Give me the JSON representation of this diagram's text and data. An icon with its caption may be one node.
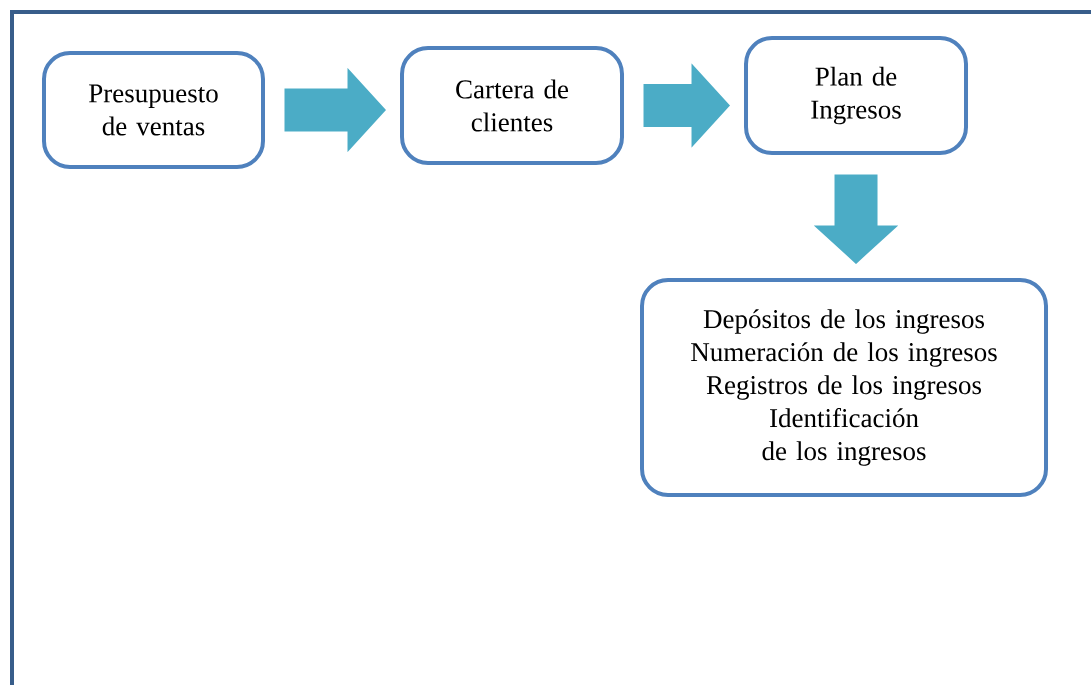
{
  "diagram": {
    "nodes": [
      {
        "text": [
          "Presupuesto de ventas"
        ]
      },
      {
        "text": [
          "Cartera de clientes"
        ]
      },
      {
        "text": [
          "Plan de Ingresos"
        ]
      },
      {
        "text": [
          "Depósitos de los ingresos",
          "Numeración de los ingresos",
          "Registros de los ingresos",
          "Identificación de los ingresos"
        ]
      }
    ],
    "edges": [
      {
        "from": 0,
        "to": 1,
        "arrow": "to"
      },
      {
        "from": 1,
        "to": 2,
        "arrow": "to"
      },
      {
        "from": 2,
        "to": 3,
        "arrow": "to"
      }
    ]
  }
}
